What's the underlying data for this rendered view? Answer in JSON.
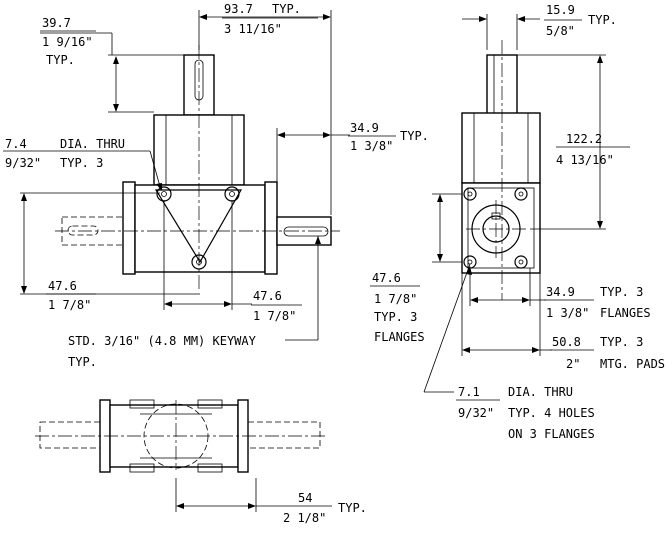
{
  "colors": {
    "ink": "#000000",
    "paper": "#ffffff"
  },
  "labels": {
    "top_left_mm": "39.7",
    "top_left_in": "1 9/16\"",
    "top_left_typ": "TYP.",
    "top_mid_mm": "93.7",
    "top_mid_typ": "TYP.",
    "top_mid_in": "3 11/16\"",
    "shaft_mm": "34.9",
    "shaft_typ": "TYP.",
    "shaft_in": "1 3/8\"",
    "hole_dia": "7.4",
    "hole_dia_label": "DIA. THRU",
    "hole_in": "9/32\"",
    "hole_typ": "TYP. 3",
    "left_mm": "47.6",
    "left_in": "1 7/8\"",
    "bottom_mm": "47.6",
    "bottom_in": "1 7/8\"",
    "keyway_line1": "STD. 3/16\" (4.8 MM) KEYWAY",
    "keyway_line2": "TYP.",
    "right_top_mm": "15.9",
    "right_top_typ": "TYP.",
    "right_top_in": "5/8\"",
    "height_mm": "122.2",
    "height_in": "4 13/16\"",
    "flange_h_mm": "47.6",
    "flange_h_in": "1 7/8\"",
    "flange_h_typ": "TYP. 3",
    "flange_h_word": "FLANGES",
    "flange_w_mm": "34.9",
    "flange_w_typ": "TYP. 3",
    "flange_w_in": "1 3/8\"",
    "flange_w_word": "FLANGES",
    "pad_mm": "50.8",
    "pad_typ": "TYP. 3",
    "pad_in": "2\"",
    "pad_word": "MTG. PADS",
    "hole2_mm": "7.1",
    "hole2_label": "DIA. THRU",
    "hole2_in": "9/32\"",
    "hole2_typ": "TYP. 4 HOLES",
    "hole2_flanges": "ON 3 FLANGES",
    "bot_mm": "54",
    "bot_in": "2 1/8\"",
    "bot_typ": "TYP."
  }
}
